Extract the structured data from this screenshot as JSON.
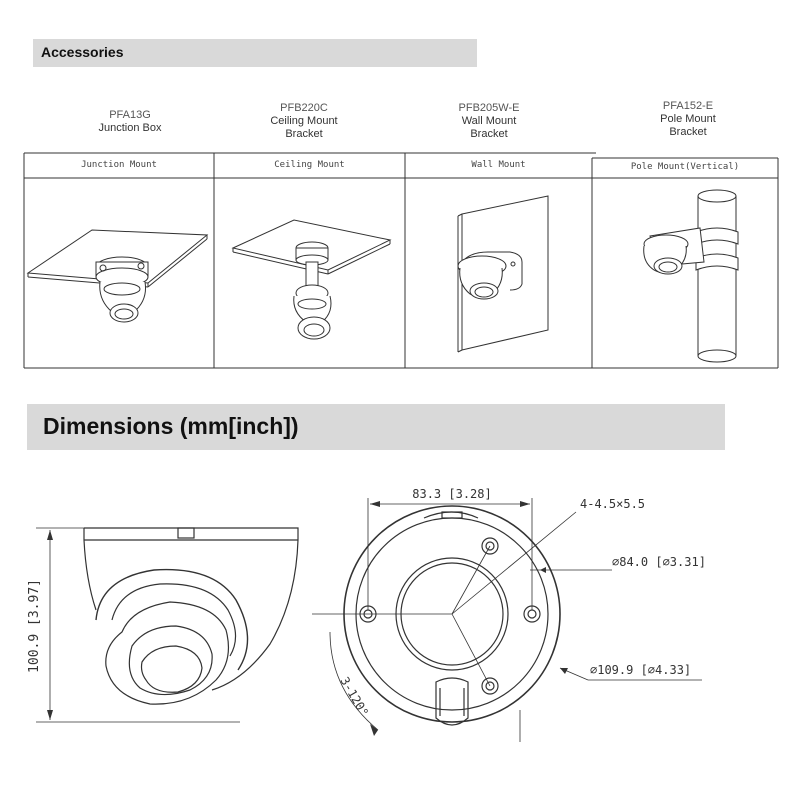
{
  "accessories": {
    "title": "Accessories",
    "products": [
      {
        "model": "PFA13G",
        "name_line1": "Junction Box",
        "name_line2": ""
      },
      {
        "model": "PFB220C",
        "name_line1": "Ceiling Mount",
        "name_line2": "Bracket"
      },
      {
        "model": "PFB205W-E",
        "name_line1": "Wall Mount",
        "name_line2": "Bracket"
      },
      {
        "model": "PFA152-E",
        "name_line1": "Pole Mount",
        "name_line2": "Bracket"
      }
    ],
    "mounts": [
      "Junction Mount",
      "Ceiling Mount",
      "Wall Mount",
      "Pole Mount(Vertical)"
    ]
  },
  "dimensions": {
    "title": "Dimensions (mm[inch])",
    "height": "100.9 [3.97]",
    "width_holes": "83.3 [3.28]",
    "screw_holes": "4-4.5×5.5",
    "inner_diameter": "⌀84.0 [⌀3.31]",
    "outer_diameter": "⌀109.9 [⌀4.33]",
    "angle": "3-120°"
  }
}
